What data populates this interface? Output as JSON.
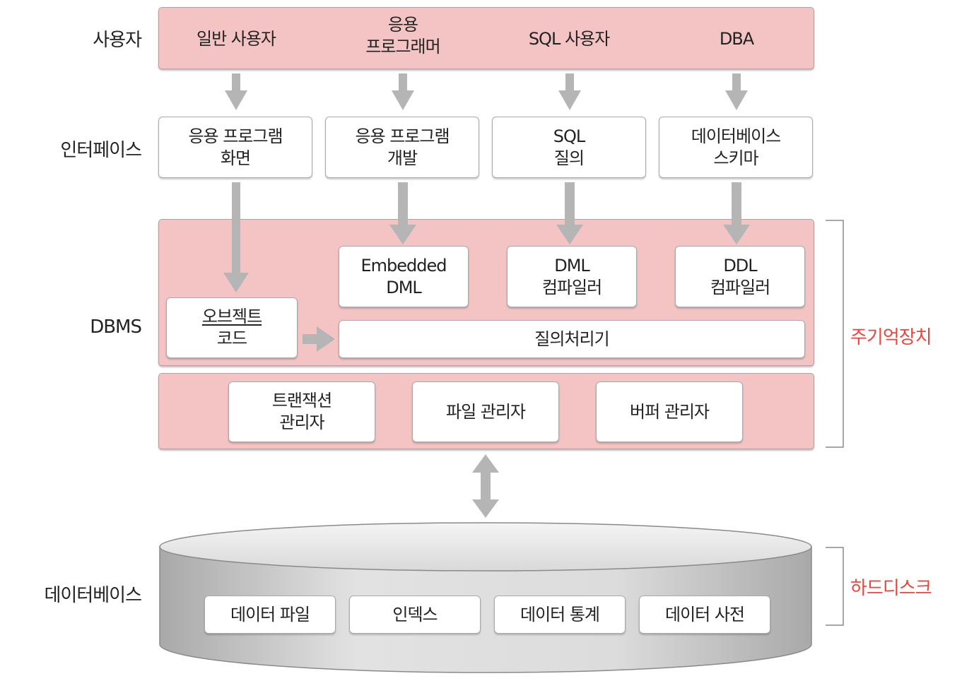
{
  "rows": {
    "users": "사용자",
    "interface": "인터페이스",
    "dbms": "DBMS",
    "database": "데이터베이스"
  },
  "users": [
    {
      "line1": "일반 사용자",
      "line2": ""
    },
    {
      "line1": "응용",
      "line2": "프로그래머"
    },
    {
      "line1": "SQL 사용자",
      "line2": ""
    },
    {
      "line1": "DBA",
      "line2": ""
    }
  ],
  "interfaces": [
    {
      "line1": "응용 프로그램",
      "line2": "화면"
    },
    {
      "line1": "응용 프로그램",
      "line2": "개발"
    },
    {
      "line1": "SQL",
      "line2": "질의"
    },
    {
      "line1": "데이터베이스",
      "line2": "스키마"
    }
  ],
  "dbms_components": {
    "embedded_dml": {
      "line1": "Embedded",
      "line2": "DML"
    },
    "dml_compiler": {
      "line1": "DML",
      "line2": "컴파일러"
    },
    "ddl_compiler": {
      "line1": "DDL",
      "line2": "컴파일러"
    },
    "object_code": {
      "line1": "오브젝트",
      "line2": "코드"
    },
    "query_processor": "질의처리기"
  },
  "managers": [
    {
      "line1": "트랜잭션",
      "line2": "관리자"
    },
    {
      "line1": "파일 관리자",
      "line2": ""
    },
    {
      "line1": "버퍼 관리자",
      "line2": ""
    }
  ],
  "database_items": [
    "데이터 파일",
    "인덱스",
    "데이터 통계",
    "데이터 사전"
  ],
  "side_labels": {
    "main_memory": "주기억장치",
    "hard_disk": "하드디스크"
  },
  "colors": {
    "band": "#f4c4c4",
    "arrow": "#b5b5b5",
    "accent_red": "#e8473f"
  }
}
